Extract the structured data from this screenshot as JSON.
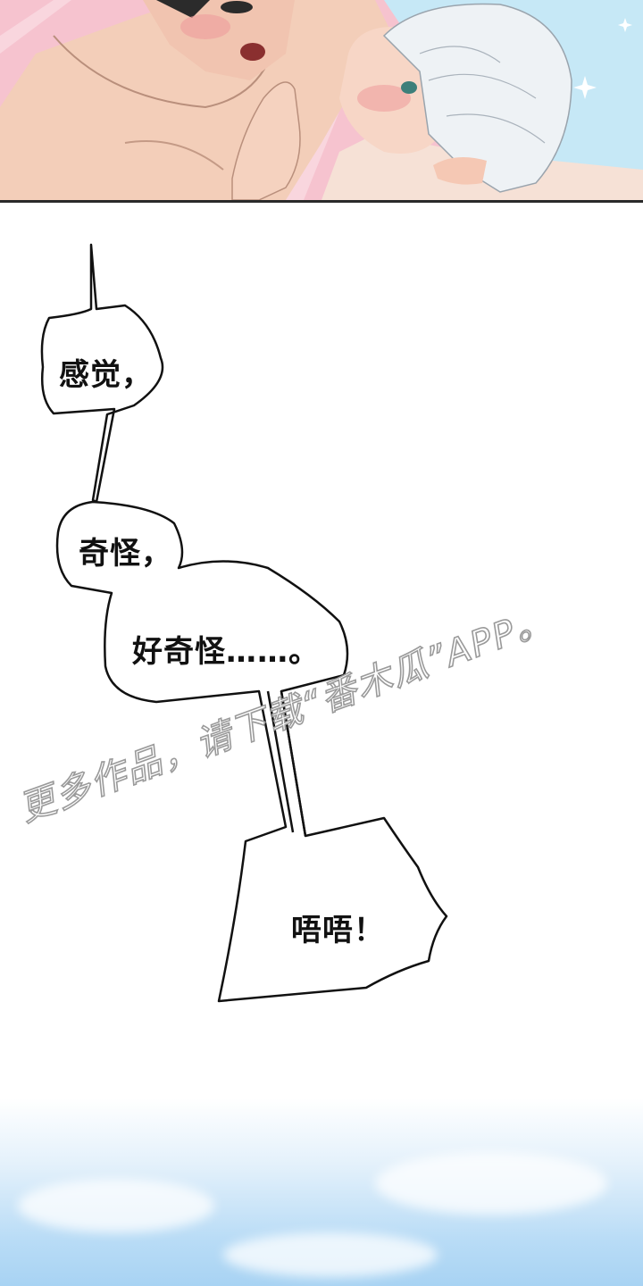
{
  "panel": {
    "description_icon": "couple-illustration",
    "colors": {
      "background": "#f2b6c4",
      "skin": "#f1cbb8",
      "sky": "#bfe3f5",
      "hair": "#e9eef2"
    }
  },
  "bubbles": {
    "b1": "感觉，",
    "b2": "奇怪，",
    "b3": "好奇怪……。",
    "b4": "唔唔！"
  },
  "watermark": {
    "line1": "更多作品，请下载“番木瓜”APP。"
  }
}
